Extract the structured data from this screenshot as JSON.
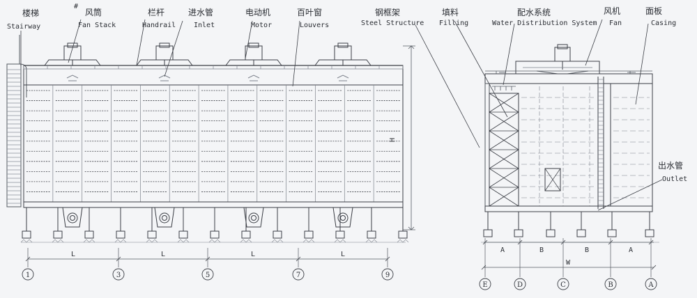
{
  "labels": {
    "stairway": {
      "cn": "楼梯",
      "en": "Stairway"
    },
    "fan_stack": {
      "cn": "风筒",
      "en": "Fan Stack",
      "mark": "#"
    },
    "handrail": {
      "cn": "栏杆",
      "en": "Handrail"
    },
    "inlet": {
      "cn": "进水管",
      "en": "Inlet"
    },
    "motor": {
      "cn": "电动机",
      "en": "Motor"
    },
    "louvers": {
      "cn": "百叶窗",
      "en": "Louvers"
    },
    "steel_structure": {
      "cn": "钢框架",
      "en": "Steel Structure"
    },
    "filling": {
      "cn": "填料",
      "en": "Filling"
    },
    "water_distribution": {
      "cn": "配水系统",
      "en": "Water Distribution System"
    },
    "fan": {
      "cn": "风机",
      "en": "Fan"
    },
    "casing": {
      "cn": "面板",
      "en": "Casing"
    },
    "outlet": {
      "cn": "出水管",
      "en": "Outlet"
    }
  },
  "dimensions": {
    "height": "H",
    "front_bays": [
      "L",
      "L",
      "L",
      "L"
    ],
    "side_bays": [
      "A",
      "B",
      "B",
      "A"
    ],
    "width": "W"
  },
  "axes": {
    "front": [
      "1",
      "3",
      "5",
      "7",
      "9"
    ],
    "side": [
      "E",
      "D",
      "C",
      "B",
      "A"
    ]
  },
  "colors": {
    "line": "#3a3d44",
    "light": "#7d828c",
    "paper": "#f4f5f7"
  }
}
